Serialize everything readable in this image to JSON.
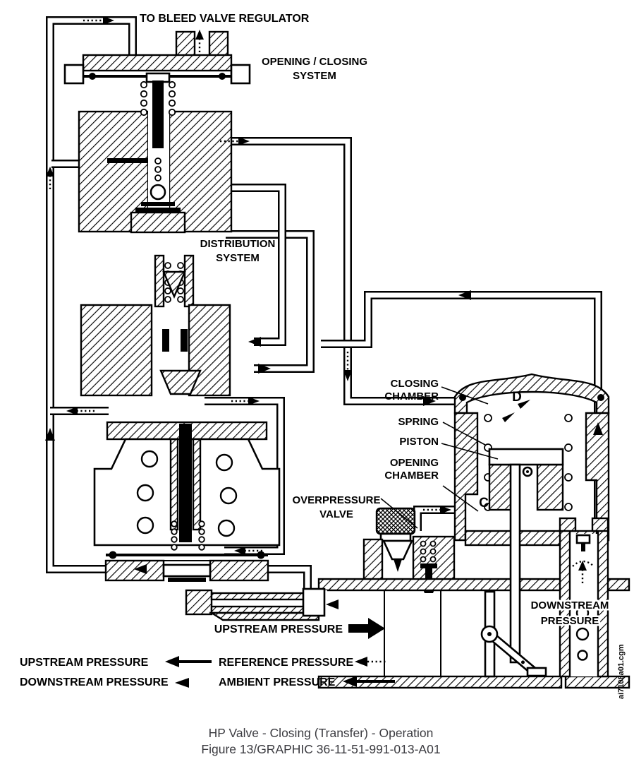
{
  "labels": {
    "bleed": "TO BLEED VALVE REGULATOR",
    "opening_closing": [
      "OPENING / CLOSING",
      "SYSTEM"
    ],
    "distribution": [
      "DISTRIBUTION",
      "SYSTEM"
    ],
    "closing_chamber": [
      "CLOSING",
      "CHAMBER"
    ],
    "spring": "SPRING",
    "piston": "PISTON",
    "opening_chamber": [
      "OPENING",
      "CHAMBER"
    ],
    "chamber_d": "D",
    "chamber_c": "C",
    "overpressure": [
      "OVERPRESSURE",
      "VALVE"
    ],
    "upstream_inline": "UPSTREAM PRESSURE",
    "downstream": [
      "DOWNSTREAM",
      "PRESSURE"
    ]
  },
  "legend": {
    "upstream": "UPSTREAM PRESSURE",
    "downstream": "DOWNSTREAM PRESSURE",
    "reference": "REFERENCE PRESSURE",
    "ambient": "AMBIENT PRESSURE"
  },
  "footer": {
    "caption": "HP Valve - Closing (Transfer) - Operation",
    "figure": "Figure 13/GRAPHIC 36-11-51-991-013-A01"
  },
  "watermark": "ai7108a01.cgm",
  "colors": {
    "ink": "#000000",
    "paper": "#ffffff",
    "caption_ink": "#3b3b40"
  }
}
